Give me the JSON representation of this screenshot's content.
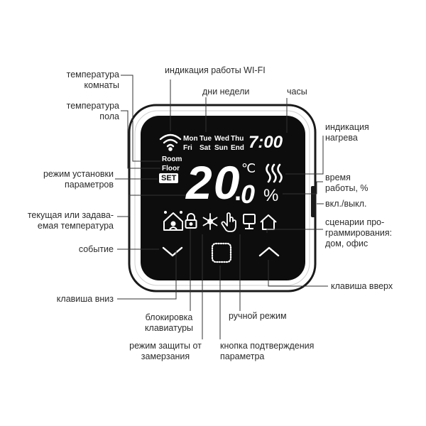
{
  "labels": {
    "room_temp": "температура\nкомнаты",
    "floor_temp": "температура\nпола",
    "set_mode": "режим установки\nпараметров",
    "current_temp": "текущая или задава-\nемая температура",
    "event": "событие",
    "key_down": "клавиша вниз",
    "keyboard_lock": "блокировка\nклавиатуры",
    "frost_protection": "режим защиты от\nзамерзания",
    "wifi": "индикация работы WI-FI",
    "weekdays": "дни недели",
    "clock": "часы",
    "heating": "индикация\nнагрева",
    "work_time": "время\nработы, %",
    "power": "вкл./выкл.",
    "scenarios": "сценарии про-\nграммирования:\nдом, офис",
    "key_up": "клавиша вверх",
    "manual_mode": "ручной режим",
    "confirm_key": "кнопка подтверждения\nпараметра"
  },
  "display": {
    "days_top": [
      "Mon",
      "Tue",
      "Wed",
      "Thu"
    ],
    "days_bottom": [
      "Fri",
      "Sat",
      "Sun",
      "End"
    ],
    "time": "7:00",
    "room": "Room",
    "floor": "Floor",
    "set": "SET",
    "temp_main": "20",
    "temp_dot": ".",
    "temp_dec": "0",
    "unit": "℃",
    "percent": "%"
  },
  "colors": {
    "screen": "#0d0d0d",
    "frame": "#ffffff",
    "border": "#1a1a1a",
    "lcd": "#ffffff",
    "leader": "#333333"
  }
}
